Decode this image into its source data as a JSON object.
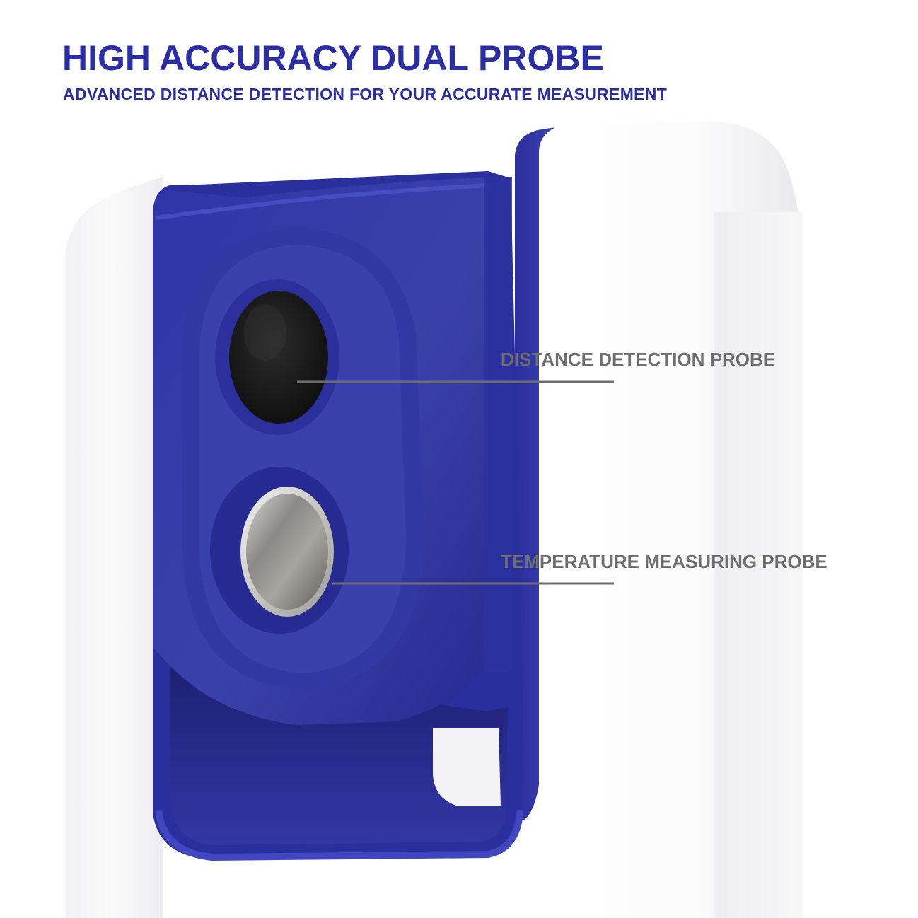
{
  "header": {
    "title": "HIGH ACCURACY DUAL PROBE",
    "subtitle": "ADVANCED DISTANCE DETECTION FOR YOUR ACCURATE MEASUREMENT"
  },
  "callouts": [
    {
      "label": "DISTANCE DETECTION PROBE"
    },
    {
      "label": "TEMPERATURE MEASURING PROBE"
    }
  ],
  "colors": {
    "brand_blue": "#2b2ea4",
    "callout_gray": "#6e6e6e",
    "device_white": "#f4f4f6"
  }
}
